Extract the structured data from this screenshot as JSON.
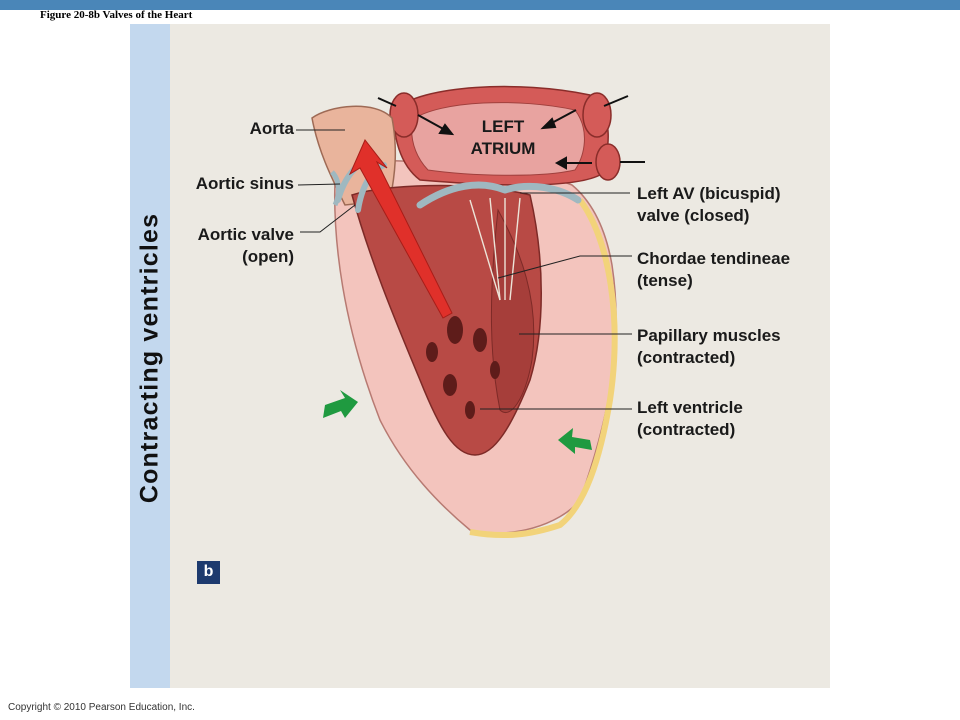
{
  "figure_title": "Figure 20-8b  Valves of the Heart",
  "side_label": "Contracting ventricles",
  "labels": {
    "aorta": "Aorta",
    "aortic_sinus": "Aortic sinus",
    "aortic_valve": [
      "Aortic valve",
      "(open)"
    ],
    "left_atrium": [
      "LEFT",
      "ATRIUM"
    ],
    "left_av_valve": [
      "Left AV (bicuspid)",
      "valve (closed)"
    ],
    "chordae_tendineae": [
      "Chordae tendineae",
      "(tense)"
    ],
    "papillary_muscles": [
      "Papillary muscles",
      "(contracted)"
    ],
    "left_ventricle": [
      "Left ventricle",
      "(contracted)"
    ]
  },
  "panel_letter": "b",
  "copyright": "Copyright © 2010 Pearson Education, Inc.",
  "colors": {
    "top_bar": "#4a86b8",
    "side_strip": "#c3d8ee",
    "panel_bg": "#ece9e2",
    "myocardium": "#f3c4bd",
    "chamber": "#b84a45",
    "vessel": "#d45b58",
    "valve": "#9fb8c0",
    "blood_flow_arrow": "#e0302a",
    "contraction_arrow": "#1f9a40",
    "badge": "#1d3a6e"
  }
}
